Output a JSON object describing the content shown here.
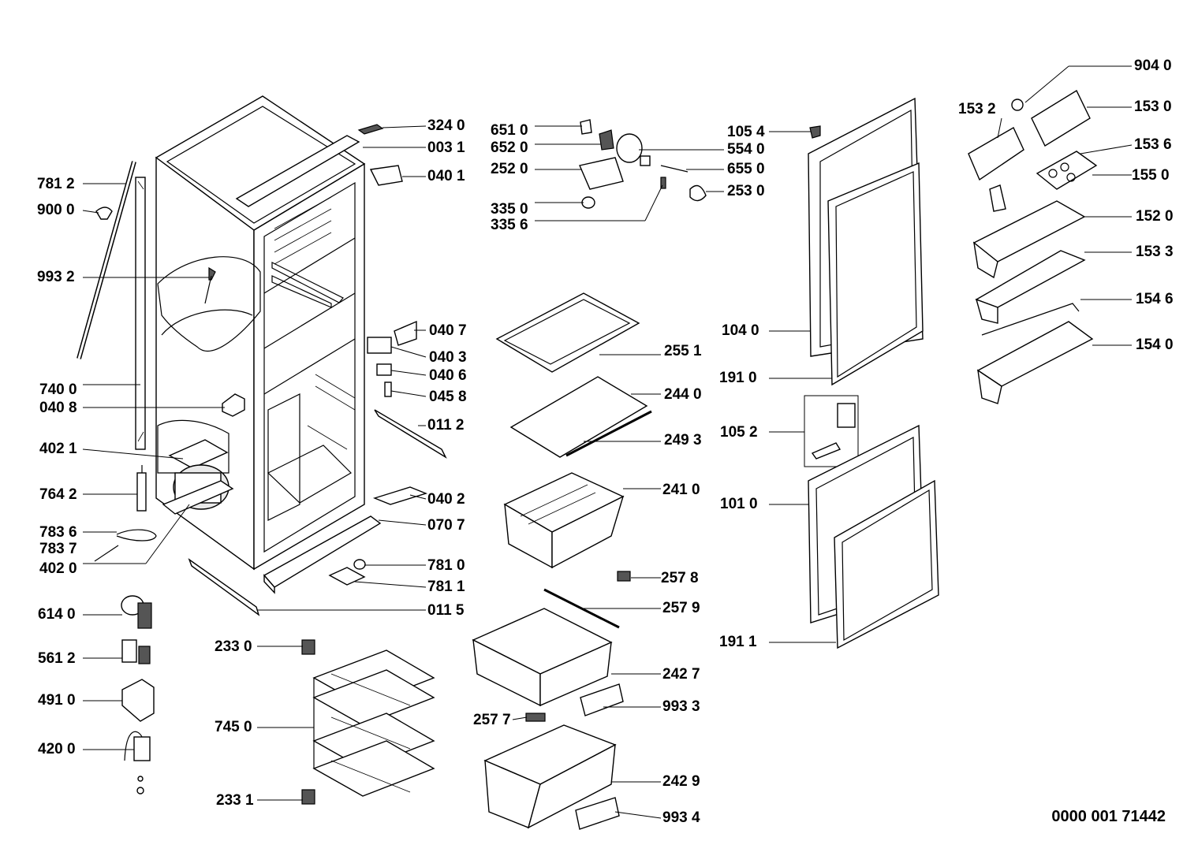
{
  "document_number": "0000 001 71442",
  "parts": [
    {
      "id": "324-0",
      "label": "324 0"
    },
    {
      "id": "003-1",
      "label": "003 1"
    },
    {
      "id": "040-1",
      "label": "040 1"
    },
    {
      "id": "781-2",
      "label": "781 2"
    },
    {
      "id": "900-0",
      "label": "900 0"
    },
    {
      "id": "993-2",
      "label": "993 2"
    },
    {
      "id": "740-0",
      "label": "740 0"
    },
    {
      "id": "040-8",
      "label": "040 8"
    },
    {
      "id": "402-1",
      "label": "402 1"
    },
    {
      "id": "764-2",
      "label": "764 2"
    },
    {
      "id": "783-6",
      "label": "783 6"
    },
    {
      "id": "783-7",
      "label": "783 7"
    },
    {
      "id": "402-0",
      "label": "402 0"
    },
    {
      "id": "614-0",
      "label": "614 0"
    },
    {
      "id": "561-2",
      "label": "561 2"
    },
    {
      "id": "491-0",
      "label": "491 0"
    },
    {
      "id": "420-0",
      "label": "420 0"
    },
    {
      "id": "040-7",
      "label": "040 7"
    },
    {
      "id": "040-3",
      "label": "040 3"
    },
    {
      "id": "040-6",
      "label": "040 6"
    },
    {
      "id": "045-8",
      "label": "045 8"
    },
    {
      "id": "011-2",
      "label": "011 2"
    },
    {
      "id": "040-2",
      "label": "040 2"
    },
    {
      "id": "070-7",
      "label": "070 7"
    },
    {
      "id": "781-0",
      "label": "781 0"
    },
    {
      "id": "781-1",
      "label": "781 1"
    },
    {
      "id": "011-5",
      "label": "011 5"
    },
    {
      "id": "233-0",
      "label": "233 0"
    },
    {
      "id": "745-0",
      "label": "745 0"
    },
    {
      "id": "233-1",
      "label": "233 1"
    },
    {
      "id": "651-0",
      "label": "651 0"
    },
    {
      "id": "652-0",
      "label": "652 0"
    },
    {
      "id": "252-0",
      "label": "252 0"
    },
    {
      "id": "335-0",
      "label": "335 0"
    },
    {
      "id": "335-6",
      "label": "335 6"
    },
    {
      "id": "105-4",
      "label": "105 4"
    },
    {
      "id": "554-0",
      "label": "554 0"
    },
    {
      "id": "655-0",
      "label": "655 0"
    },
    {
      "id": "253-0",
      "label": "253 0"
    },
    {
      "id": "255-1",
      "label": "255 1"
    },
    {
      "id": "244-0",
      "label": "244 0"
    },
    {
      "id": "249-3",
      "label": "249 3"
    },
    {
      "id": "241-0",
      "label": "241 0"
    },
    {
      "id": "257-8",
      "label": "257 8"
    },
    {
      "id": "257-9",
      "label": "257 9"
    },
    {
      "id": "242-7",
      "label": "242 7"
    },
    {
      "id": "993-3",
      "label": "993 3"
    },
    {
      "id": "257-7",
      "label": "257 7"
    },
    {
      "id": "242-9",
      "label": "242 9"
    },
    {
      "id": "993-4",
      "label": "993 4"
    },
    {
      "id": "104-0",
      "label": "104 0"
    },
    {
      "id": "191-0",
      "label": "191 0"
    },
    {
      "id": "105-2",
      "label": "105 2"
    },
    {
      "id": "101-0",
      "label": "101 0"
    },
    {
      "id": "191-1",
      "label": "191 1"
    },
    {
      "id": "904-0",
      "label": "904 0"
    },
    {
      "id": "153-2",
      "label": "153 2"
    },
    {
      "id": "153-0",
      "label": "153 0"
    },
    {
      "id": "153-6",
      "label": "153 6"
    },
    {
      "id": "155-0",
      "label": "155 0"
    },
    {
      "id": "152-0",
      "label": "152 0"
    },
    {
      "id": "153-3",
      "label": "153 3"
    },
    {
      "id": "154-6",
      "label": "154 6"
    },
    {
      "id": "154-0",
      "label": "154 0"
    }
  ]
}
